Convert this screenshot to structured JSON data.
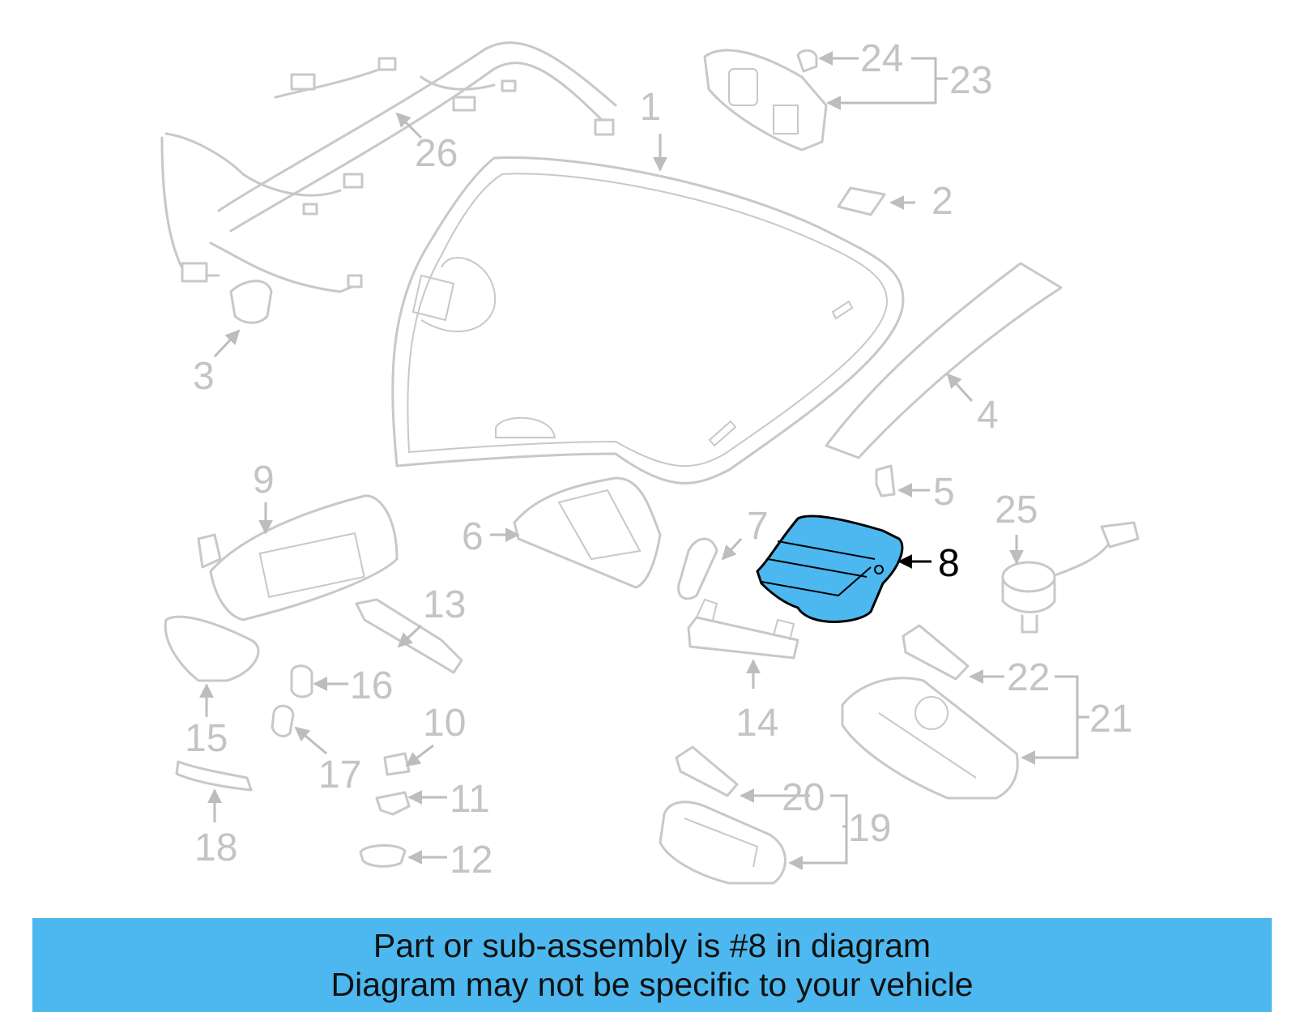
{
  "diagram": {
    "highlight_color": "#4cb8ef",
    "line_color": "#c8c8c8",
    "highlighted_part": "8",
    "callouts": [
      "1",
      "2",
      "3",
      "4",
      "5",
      "6",
      "7",
      "8",
      "9",
      "10",
      "11",
      "12",
      "13",
      "14",
      "15",
      "16",
      "17",
      "18",
      "19",
      "20",
      "21",
      "22",
      "23",
      "24",
      "25",
      "26"
    ]
  },
  "banner": {
    "background": "#4cb8ef",
    "line1": "Part or sub-assembly is #8 in diagram",
    "line2": "Diagram may not be specific to your vehicle"
  }
}
